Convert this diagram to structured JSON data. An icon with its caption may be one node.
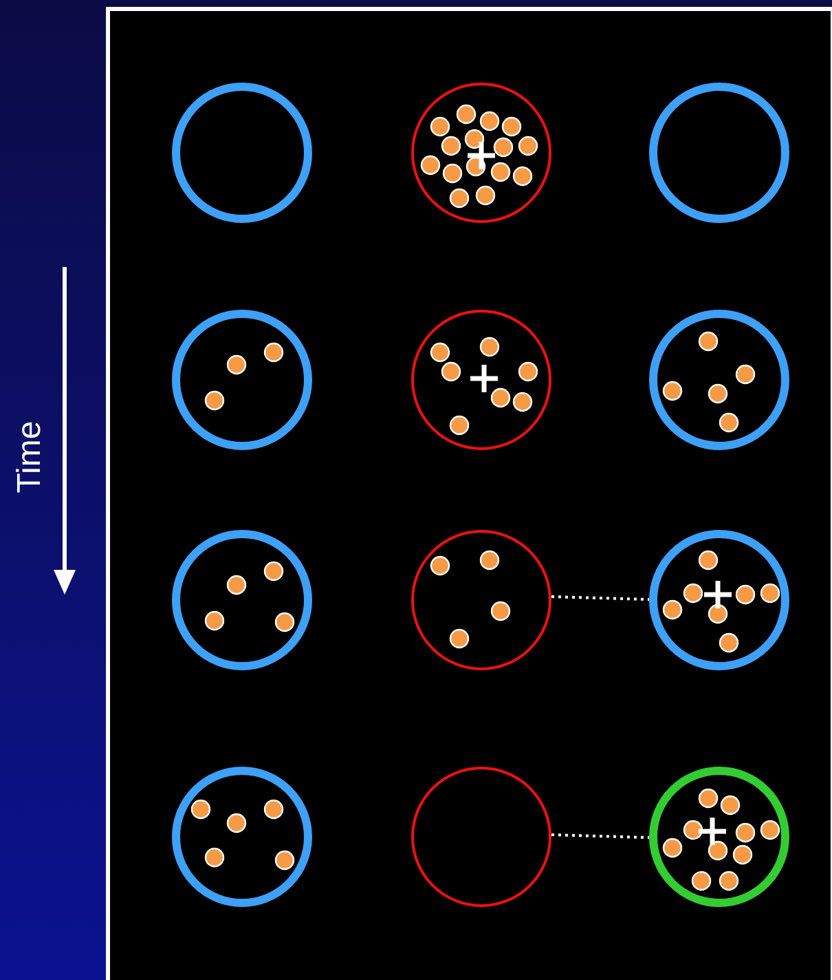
{
  "diagram": {
    "nodes": [
      {
        "text": [],
        "shape": "circle"
      },
      {
        "text": [],
        "shape": "circle"
      },
      {
        "text": [],
        "shape": "circle"
      },
      {
        "text": [],
        "shape": "circle"
      },
      {
        "text": [],
        "shape": "circle"
      },
      {
        "text": [],
        "shape": "circle"
      },
      {
        "text": [],
        "shape": "circle"
      },
      {
        "text": [],
        "shape": "circle"
      },
      {
        "text": [],
        "shape": "circle"
      },
      {
        "text": [],
        "shape": "circle"
      },
      {
        "text": [],
        "shape": "circle"
      },
      {
        "text": [],
        "shape": "circle"
      }
    ],
    "edges": [
      {
        "from": 7,
        "to": 8,
        "arrow": "none",
        "style": "dashed"
      },
      {
        "from": 10,
        "to": 11,
        "arrow": "none",
        "style": "dashed"
      }
    ],
    "labels": [
      "Time"
    ]
  }
}
